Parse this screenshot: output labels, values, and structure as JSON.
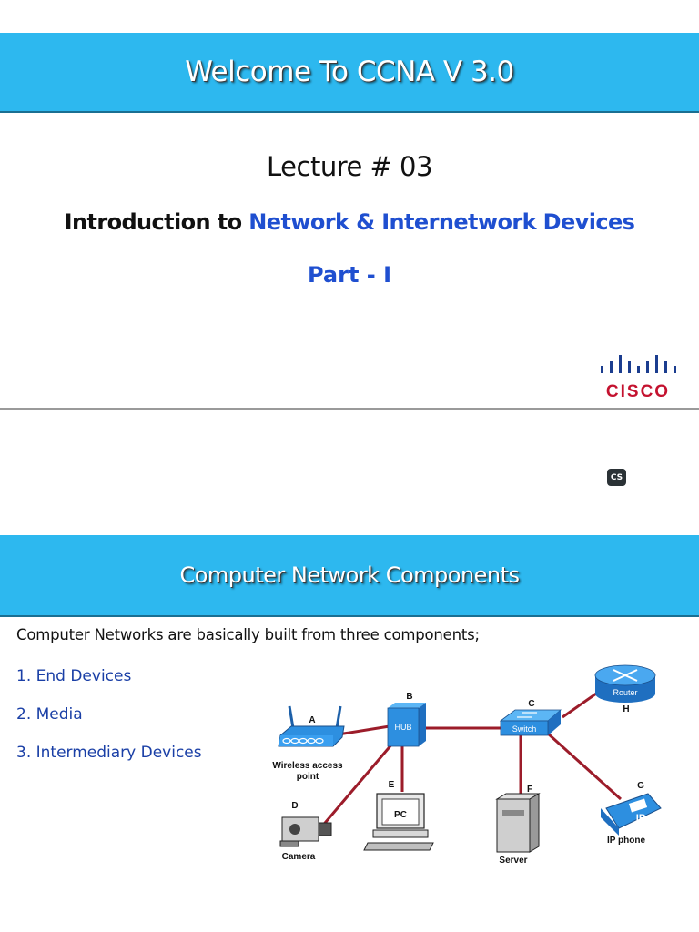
{
  "slide1": {
    "banner_title": "Welcome To CCNA V 3.0",
    "lecture": "Lecture # 03",
    "subtitle_prefix": "Introduction to ",
    "subtitle_highlight": "Network & Internetwork Devices",
    "part": "Part - I",
    "logo_text": "CISCO"
  },
  "badge": "CS",
  "slide2": {
    "banner_title": "Computer Network Components",
    "intro": "Computer Networks are basically built from three components;",
    "items": [
      "1. End Devices",
      "2. Media",
      "3. Intermediary Devices"
    ],
    "diagram": {
      "letters": {
        "A": "A",
        "B": "B",
        "C": "C",
        "D": "D",
        "E": "E",
        "F": "F",
        "G": "G",
        "H": "H"
      },
      "wap_label_1": "Wireless access",
      "wap_label_2": "point",
      "hub": "HUB",
      "switch": "Switch",
      "router": "Router",
      "pc": "PC",
      "ip": "IP",
      "camera": "Camera",
      "server": "Server",
      "ip_phone": "IP phone"
    }
  },
  "colors": {
    "banner": "#2db8ef",
    "highlight_blue": "#1f4fd0",
    "list_blue": "#1a3fa6",
    "cable_red": "#9c1c2a",
    "device_blue": "#2d8fe0"
  }
}
